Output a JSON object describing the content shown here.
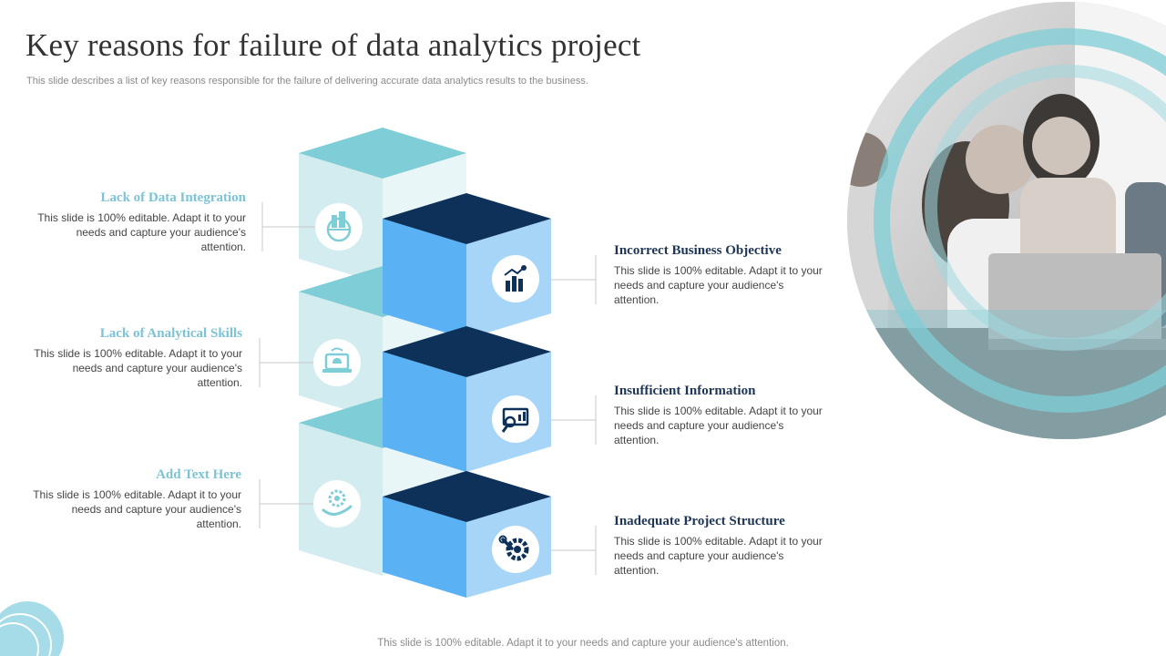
{
  "slide": {
    "title": "Key reasons for failure of data analytics project",
    "subtitle": "This slide describes a list of key reasons responsible for the failure of delivering accurate data analytics results to the business.",
    "footer": "This slide is 100% editable. Adapt it to your needs and capture your audience's attention."
  },
  "left_items": [
    {
      "heading": "Lack of Data Integration",
      "body": "This slide is 100% editable. Adapt it to your needs and capture your audience's attention.",
      "icon": "globe-building-icon"
    },
    {
      "heading": "Lack of Analytical  Skills",
      "body": "This slide is 100% editable. Adapt it to your needs and capture your audience's attention.",
      "icon": "laptop-cloud-icon"
    },
    {
      "heading": "Add Text Here",
      "body": "This slide is 100% editable. Adapt it to your needs and capture your audience's attention.",
      "icon": "hand-gear-icon"
    }
  ],
  "right_items": [
    {
      "heading": "Incorrect  Business Objective",
      "body": "This slide is 100% editable. Adapt it to your needs and capture your audience's attention.",
      "icon": "growth-chart-icon"
    },
    {
      "heading": "Insufficient  Information",
      "body": "This slide is 100% editable. Adapt it to your needs and capture your audience's attention.",
      "icon": "presentation-search-icon"
    },
    {
      "heading": "Inadequate  Project  Structure",
      "body": "This slide is 100% editable. Adapt it to your needs and capture your audience's attention.",
      "icon": "gear-wrench-icon"
    }
  ],
  "colors": {
    "light_teal": "#7fcdd6",
    "pale_teal": "#d3ecef",
    "navy": "#0d3158",
    "mid_blue": "#5ab2f5",
    "light_blue": "#a6d5f7",
    "heading_left": "#7cc3d6",
    "heading_right": "#1e3555"
  }
}
